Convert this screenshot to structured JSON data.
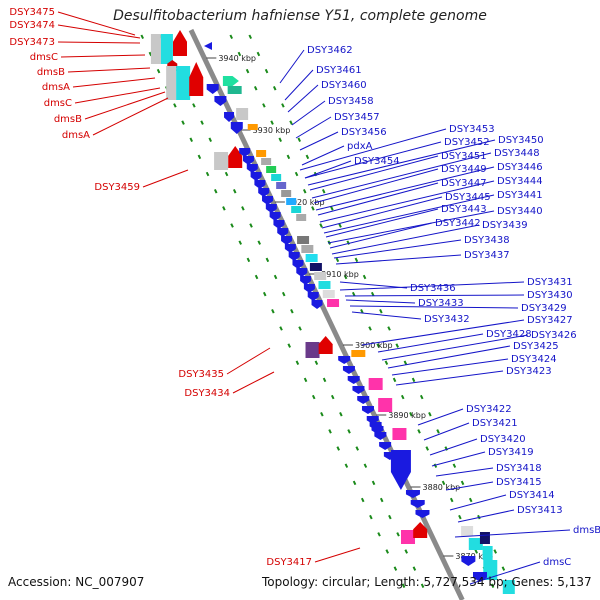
{
  "title": "Desulfitobacterium hafniense Y51, complete genome",
  "footer": {
    "accession": "Accession: NC_007907",
    "summary": "Topology: circular; Length: 5,727,534 bp; Genes: 5,137"
  },
  "colors": {
    "blue_label": "#1515c8",
    "red_label": "#d40000",
    "backbone": "#8a8a8a",
    "tick": "#1a8a1a"
  },
  "scale_ticks": [
    "3940 kbp",
    "3930 kbp",
    "3920 kbp",
    "3910 kbp",
    "3900 kbp",
    "3890 kbp",
    "3880 kbp",
    "3870 kbp"
  ],
  "left_labels": [
    "DSY3475",
    "DSY3474",
    "DSY3473",
    "dmsC",
    "dmsB",
    "dmsA",
    "dmsC",
    "dmsB",
    "dmsA",
    "DSY3459",
    "DSY3435",
    "DSY3434",
    "DSY3417"
  ],
  "right_labels": [
    "DSY3462",
    "DSY3461",
    "DSY3460",
    "DSY3458",
    "DSY3457",
    "DSY3456",
    "pdxA",
    "DSY3454",
    "DSY3453",
    "DSY3452",
    "DSY3450",
    "DSY3451",
    "DSY3448",
    "DSY3449",
    "DSY3446",
    "DSY3447",
    "DSY3444",
    "DSY3445",
    "DSY3441",
    "DSY3443",
    "DSY3440",
    "DSY3442",
    "DSY3439",
    "DSY3438",
    "DSY3437",
    "DSY3436",
    "DSY3431",
    "DSY3430",
    "DSY3433",
    "DSY3429",
    "DSY3432",
    "DSY3427",
    "DSY3428",
    "DSY3426",
    "DSY3425",
    "DSY3424",
    "DSY3423",
    "DSY3422",
    "DSY3421",
    "DSY3420",
    "DSY3419",
    "DSY3418",
    "DSY3415",
    "DSY3414",
    "DSY3413",
    "dmsB",
    "dmsC"
  ]
}
